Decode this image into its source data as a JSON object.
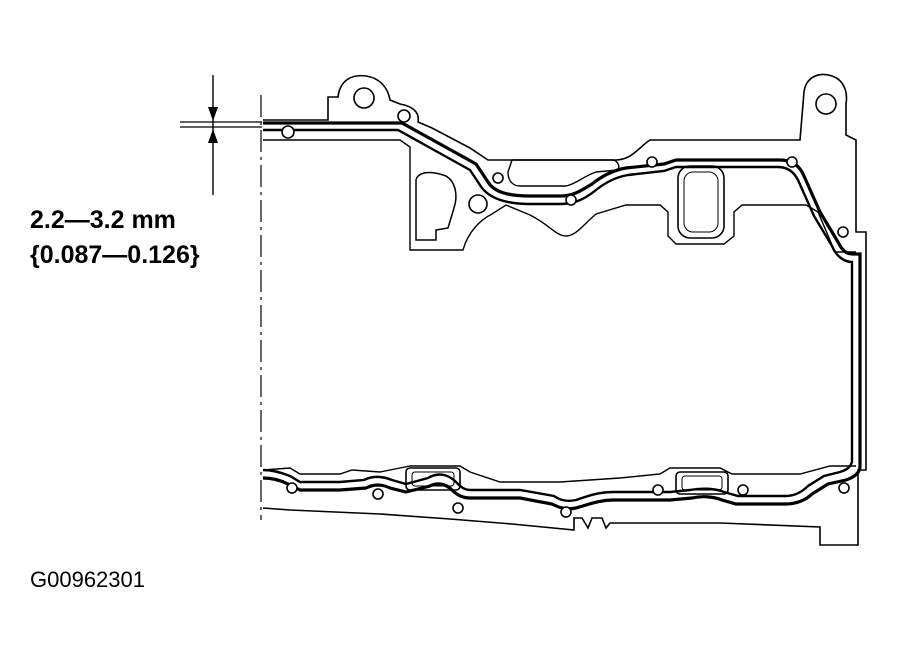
{
  "dimension": {
    "metric": "2.2—3.2 mm",
    "imperial": "{0.087—0.126}"
  },
  "figure_id": "G00962301",
  "colors": {
    "line": "#000000",
    "background": "#ffffff"
  }
}
